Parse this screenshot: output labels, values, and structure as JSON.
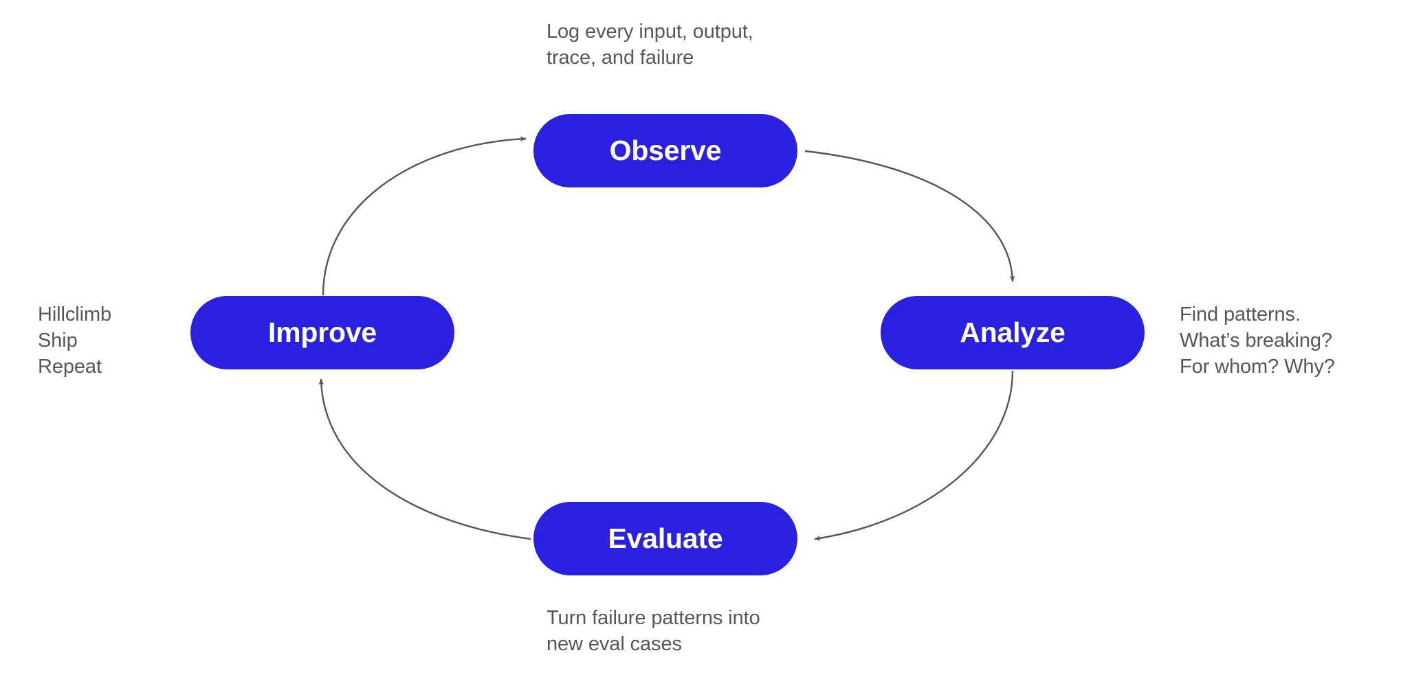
{
  "diagram": {
    "title": "Observe Analyze Evaluate Improve loop",
    "background_color": "#ffffff",
    "node_color": "#2a21e0",
    "node_text_color": "#ffffff",
    "edge_color": "#555555",
    "annotation_color": "#575757",
    "nodes": [
      {
        "id": "observe",
        "label": "Observe",
        "position": "top"
      },
      {
        "id": "analyze",
        "label": "Analyze",
        "position": "right"
      },
      {
        "id": "evaluate",
        "label": "Evaluate",
        "position": "bottom"
      },
      {
        "id": "improve",
        "label": "Improve",
        "position": "left"
      }
    ],
    "annotations": [
      {
        "id": "observe-note",
        "for": "observe",
        "text": "Log every input, output,\ntrace, and failure"
      },
      {
        "id": "analyze-note",
        "for": "analyze",
        "text": "Find patterns.\nWhat’s breaking?\nFor whom? Why?"
      },
      {
        "id": "evaluate-note",
        "for": "evaluate",
        "text": "Turn failure patterns into\nnew eval cases"
      },
      {
        "id": "improve-note",
        "for": "improve",
        "text": "Hillclimb\nShip\nRepeat"
      }
    ],
    "edges": [
      {
        "id": "improve-to-observe",
        "from": "improve",
        "to": "observe"
      },
      {
        "id": "observe-to-analyze",
        "from": "observe",
        "to": "analyze"
      },
      {
        "id": "analyze-to-evaluate",
        "from": "analyze",
        "to": "evaluate"
      },
      {
        "id": "evaluate-to-improve",
        "from": "evaluate",
        "to": "improve"
      }
    ]
  }
}
